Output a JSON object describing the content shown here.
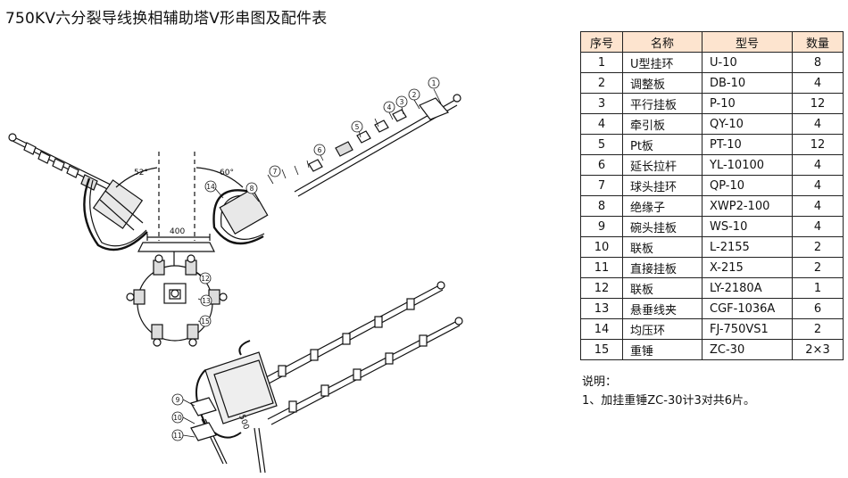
{
  "title": "750KV六分裂导线换相辅助塔V形串图及配件表",
  "diagram": {
    "angle_left": "52°",
    "angle_right": "60°",
    "spacing": "400",
    "dimension_lower": "500",
    "callouts": [
      "1",
      "2",
      "3",
      "4",
      "5",
      "6",
      "7",
      "8",
      "9",
      "10",
      "11",
      "12",
      "13",
      "14",
      "15"
    ]
  },
  "parts_table": {
    "headers": [
      "序号",
      "名称",
      "型号",
      "数量"
    ],
    "rows": [
      [
        "1",
        "U型挂环",
        "U-10",
        "8"
      ],
      [
        "2",
        "调整板",
        "DB-10",
        "4"
      ],
      [
        "3",
        "平行挂板",
        "P-10",
        "12"
      ],
      [
        "4",
        "牵引板",
        "QY-10",
        "4"
      ],
      [
        "5",
        "Pt板",
        "PT-10",
        "12"
      ],
      [
        "6",
        "延长拉杆",
        "YL-10100",
        "4"
      ],
      [
        "7",
        "球头挂环",
        "QP-10",
        "4"
      ],
      [
        "8",
        "绝缘子",
        "XWP2-100",
        "4"
      ],
      [
        "9",
        "碗头挂板",
        "WS-10",
        "4"
      ],
      [
        "10",
        "联板",
        "L-2155",
        "2"
      ],
      [
        "11",
        "直接挂板",
        "X-215",
        "2"
      ],
      [
        "12",
        "联板",
        "LY-2180A",
        "1"
      ],
      [
        "13",
        "悬垂线夹",
        "CGF-1036A",
        "6"
      ],
      [
        "14",
        "均压环",
        "FJ-750VS1",
        "2"
      ],
      [
        "15",
        "重锤",
        "ZC-30",
        "2×3"
      ]
    ]
  },
  "notes": {
    "heading": "说明：",
    "line1": "1、加挂重锤ZC-30计3对共6片。"
  }
}
